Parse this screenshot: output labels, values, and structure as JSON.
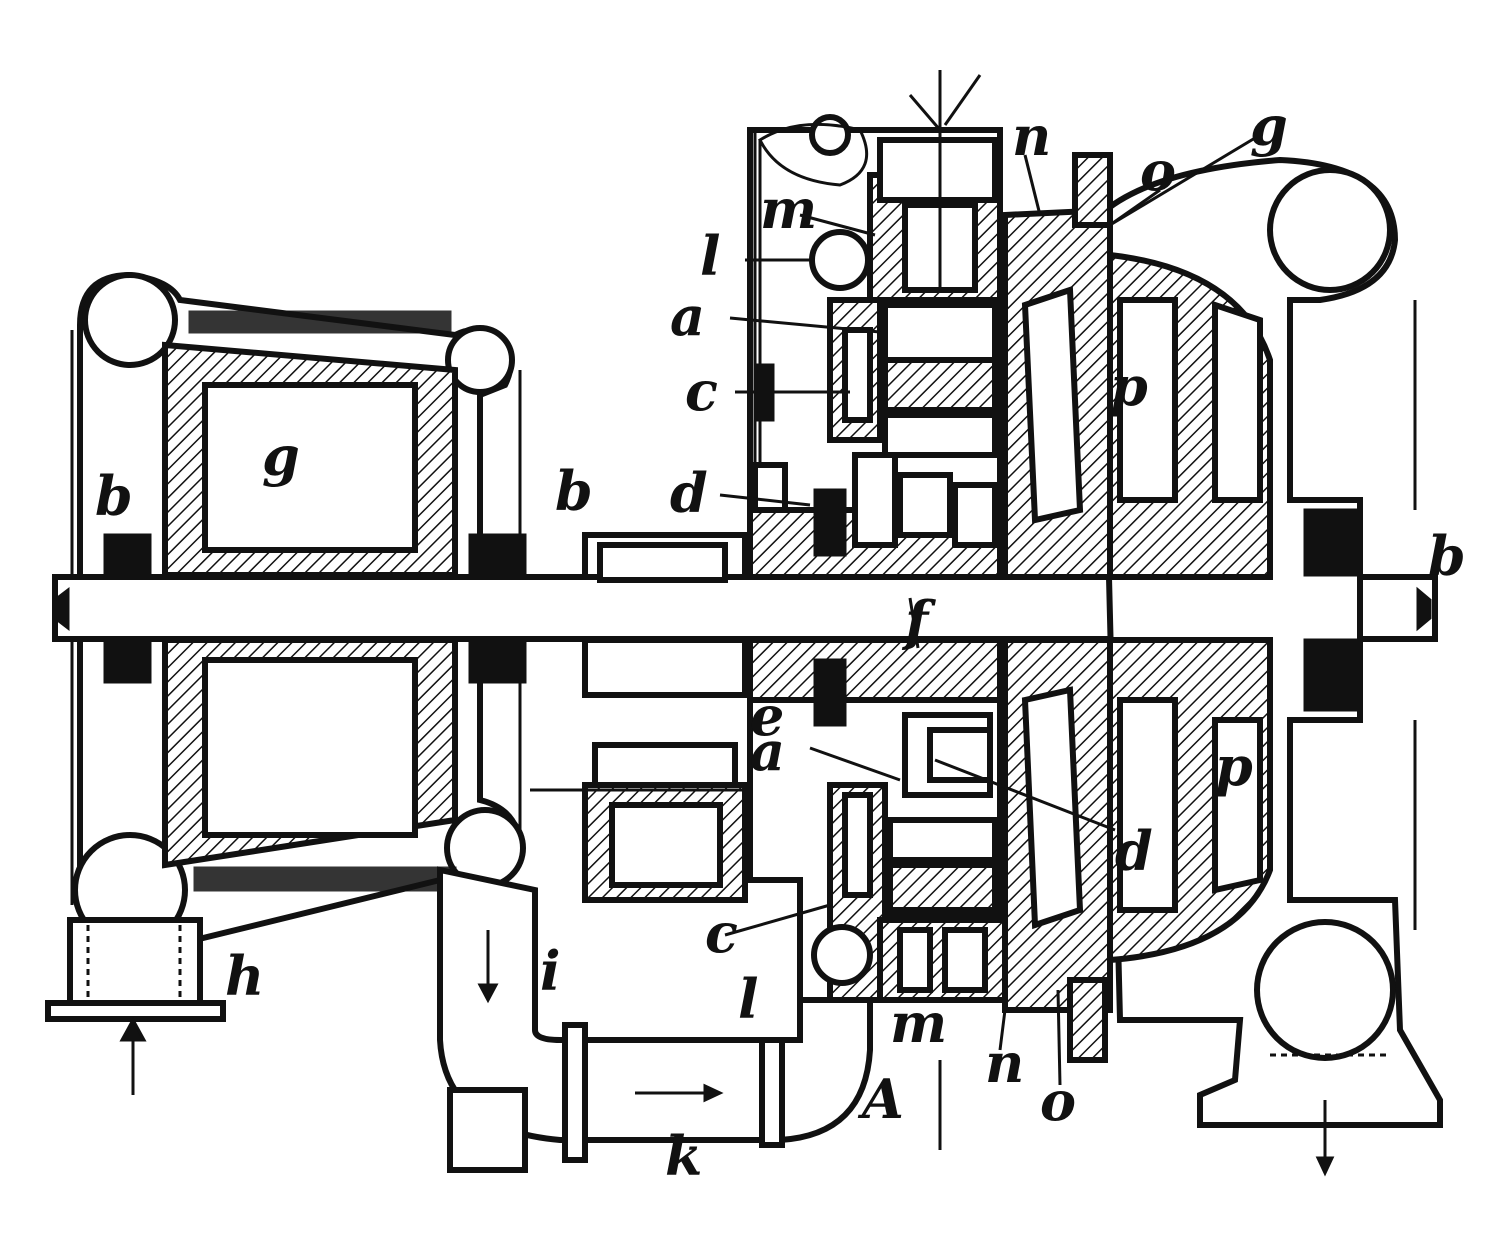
{
  "labels": {
    "a": "a",
    "b": "b",
    "c": "c",
    "d": "d",
    "e": "e",
    "f": "f",
    "g": "g",
    "h": "h",
    "i": "i",
    "k": "k",
    "l": "l",
    "m": "m",
    "n": "n",
    "o": "o",
    "p": "p",
    "A": "A"
  },
  "colors": {
    "ink": "#111111",
    "paper": "#ffffff"
  }
}
